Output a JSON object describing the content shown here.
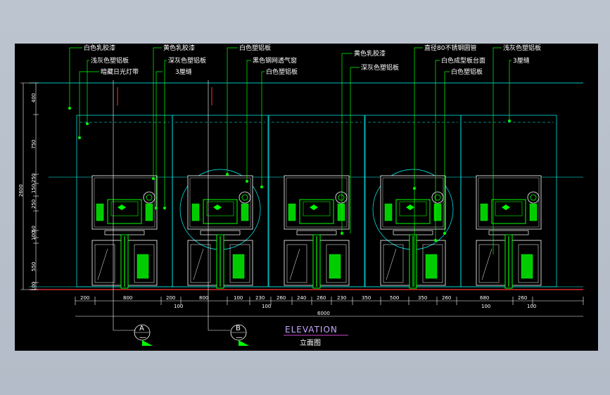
{
  "drawing": {
    "title": "ELEVATION",
    "subtitle": "立面图"
  },
  "callouts": {
    "c1": "白色乳胶漆",
    "c2": "浅灰色塑铝板",
    "c3": "暗藏日光灯带",
    "c4": "黄色乳胶漆",
    "c5": "深灰色塑铝板",
    "c6": "3厘缝",
    "c7": "白色塑铝板",
    "c8": "黑色钢网透气窗",
    "c9": "白色塑铝板",
    "c10": "黄色乳胶漆",
    "c11": "深灰色塑铝板",
    "c12": "直径80不锈钢圆管",
    "c13": "白色成型板台面",
    "c14": "白色塑铝板",
    "c15": "浅灰色塑铝板",
    "c16": "3厘缝"
  },
  "dims_bottom": [
    "200",
    "800",
    "200",
    "800",
    "100",
    "230",
    "260",
    "240",
    "260",
    "230",
    "350",
    "500",
    "350",
    "260",
    "680",
    "260"
  ],
  "dims_bottom2": [
    "100",
    "100",
    "100",
    "100"
  ],
  "dim_total": "6000",
  "dims_left": [
    "400",
    "750",
    "250",
    "150",
    "200",
    "250",
    "100",
    "50",
    "550",
    "100"
  ],
  "dim_height": "2600",
  "markers": {
    "a": "A",
    "b": "B"
  },
  "colors": {
    "background": "#000000",
    "leader": "#00ff00",
    "outline": "#00ffff",
    "section": "#ff0000",
    "title_underline": "#cc44cc"
  }
}
